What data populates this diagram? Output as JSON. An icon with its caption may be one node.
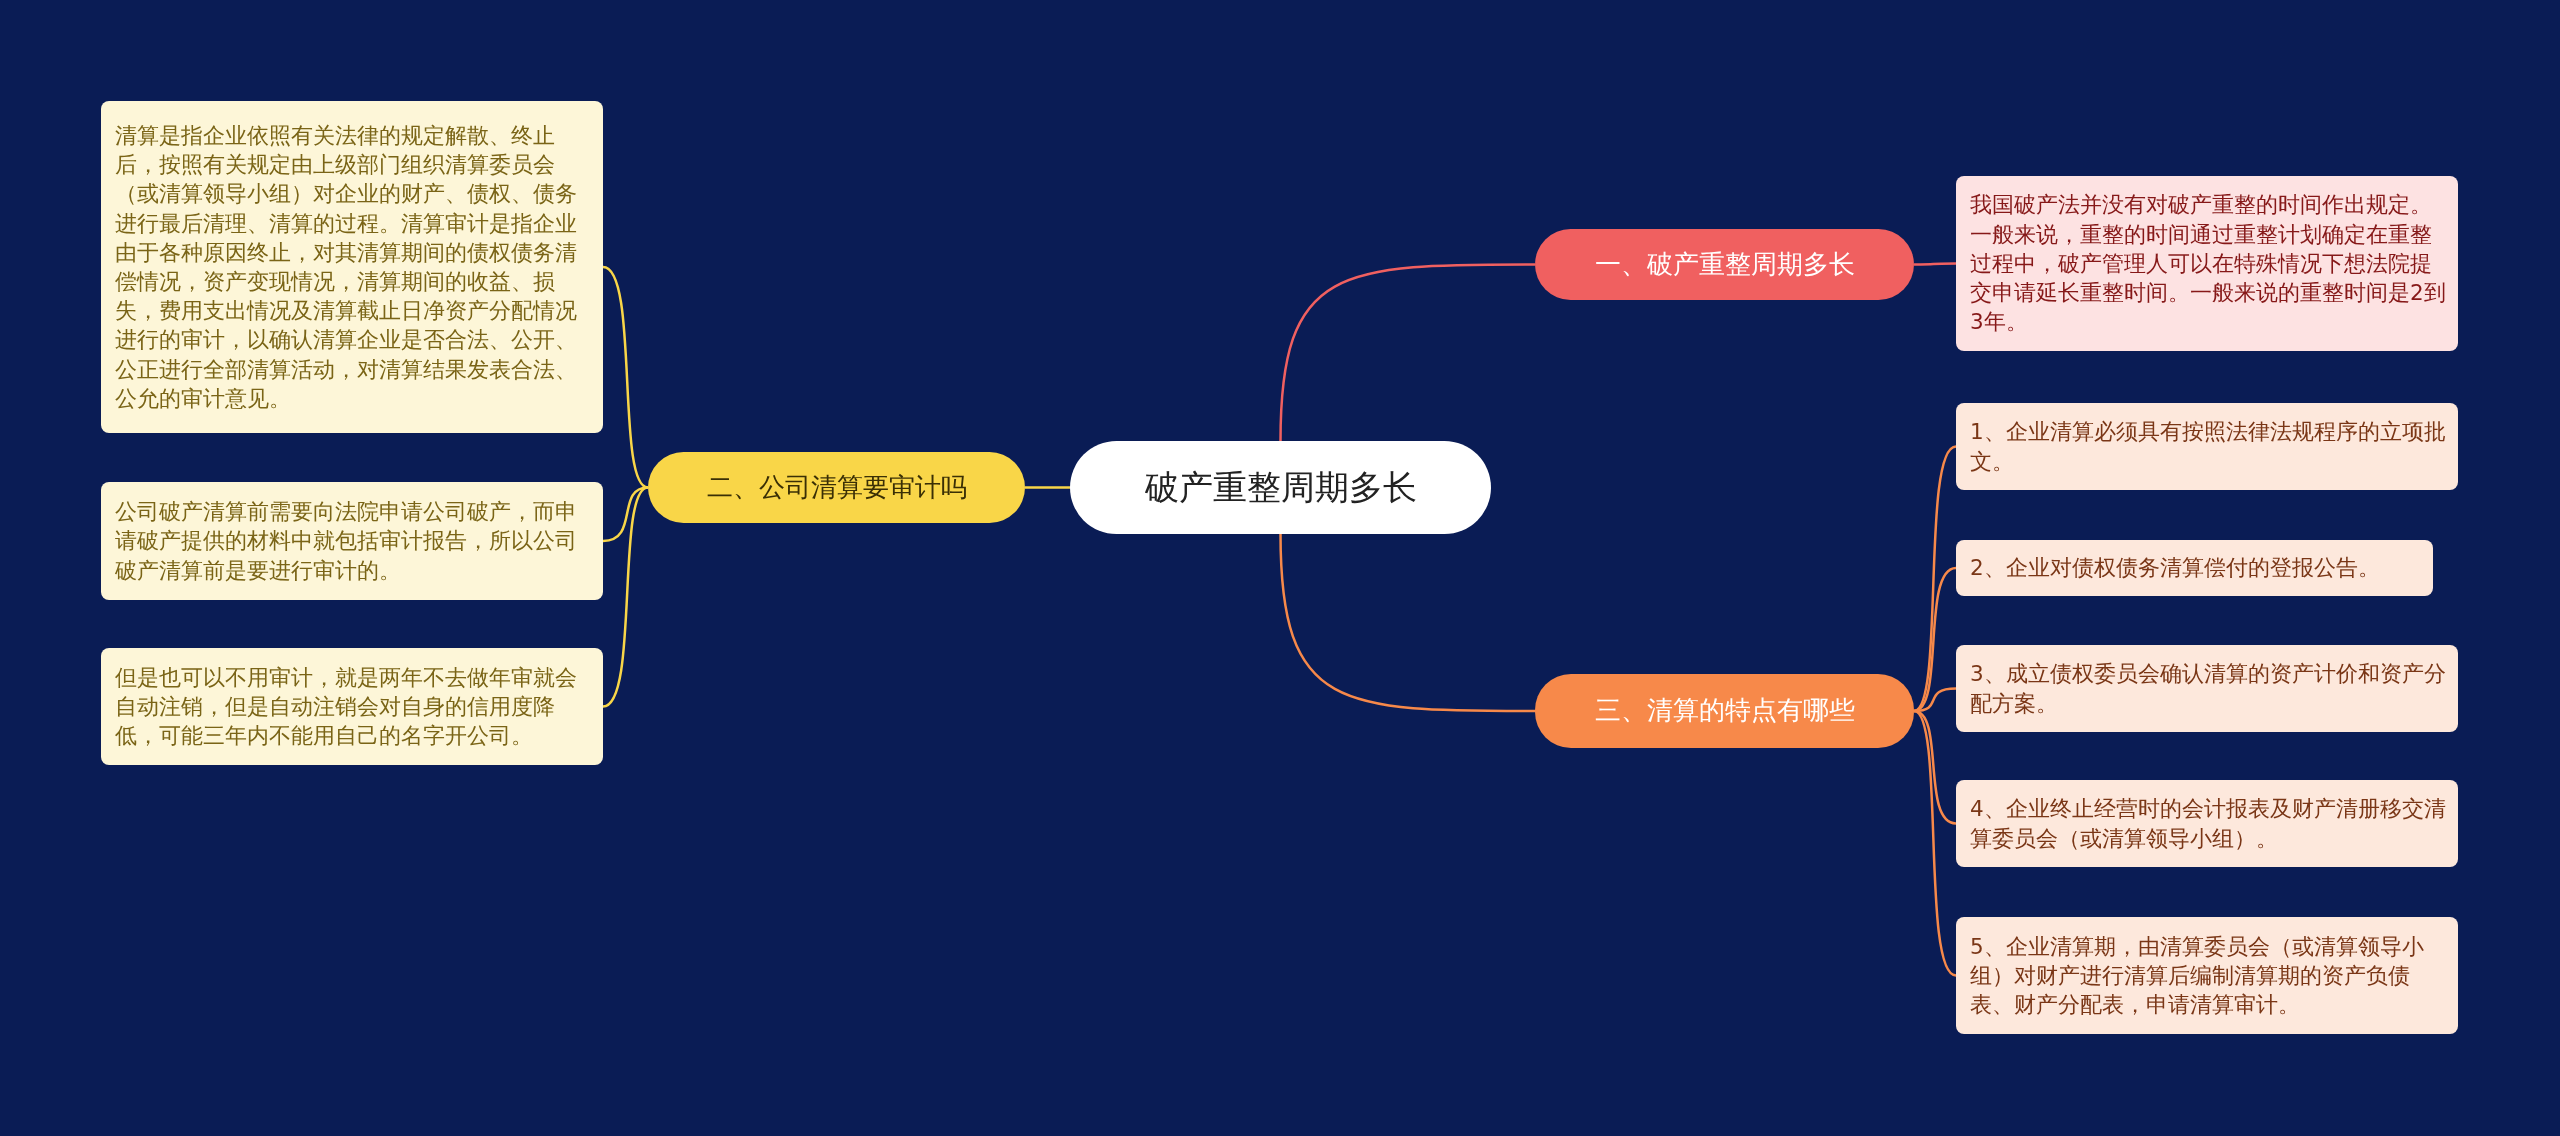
{
  "diagram": {
    "nodes": [
      {
        "text": [
          "破产重整周期多长"
        ]
      },
      {
        "text": [
          "一、破产重整周期多长"
        ]
      },
      {
        "text": [
          "我国破产法并没有对破产重整的时间作出规定。一般来说，重整的时间通过重整计划确定在重整过程中，破产管理人可以在特殊情况下想法院提交申请延长重整时间。一般来说的重整时间是2到3年。"
        ]
      },
      {
        "text": [
          "二、公司清算要审计吗"
        ]
      },
      {
        "text": [
          "清算是指企业依照有关法律的规定解散、终止后，按照有关规定由上级部门组织清算委员会（或清算领导小组）对企业的财产、债权、债务进行最后清理、清算的过程。清算审计是指企业由于各种原因终止，对其清算期间的债权债务清偿情况，资产变现情况，清算期间的收益、损失，费用支出情况及清算截止日净资产分配情况进行的审计，以确认清算企业是否合法、公开、公正进行全部清算活动，对清算结果发表合法、公允的审计意见。"
        ]
      },
      {
        "text": [
          "公司破产清算前需要向法院申请公司破产，而申请破产提供的材料中就包括审计报告，所以公司破产清算前是要进行审计的。"
        ]
      },
      {
        "text": [
          "但是也可以不用审计，就是两年不去做年审就会自动注销，但是自动注销会对自身的信用度降低，可能三年内不能用自己的名字开公司。"
        ]
      },
      {
        "text": [
          "三、清算的特点有哪些"
        ]
      },
      {
        "text": [
          "1、企业清算必须具有按照法律法规程序的立项批文。"
        ]
      },
      {
        "text": [
          "2、企业对债权债务清算偿付的登报公告。"
        ]
      },
      {
        "text": [
          "3、成立债权委员会确认清算的资产计价和资产分配方案。"
        ]
      },
      {
        "text": [
          "4、企业终止经营时的会计报表及财产清册移交清算委员会（或清算领导小组）。"
        ]
      },
      {
        "text": [
          "5、企业清算期，由清算委员会（或清算领导小组）对财产进行清算后编制清算期的资产负债表、财产分配表，申请清算审计。"
        ]
      }
    ],
    "edges": [
      {
        "from": 0,
        "to": 1,
        "arrow": "none",
        "color": "#f06060"
      },
      {
        "from": 1,
        "to": 2,
        "arrow": "none",
        "color": "#f06060"
      },
      {
        "from": 0,
        "to": 3,
        "arrow": "none",
        "color": "#f9d648"
      },
      {
        "from": 3,
        "to": 4,
        "arrow": "none",
        "color": "#f9d648"
      },
      {
        "from": 3,
        "to": 5,
        "arrow": "none",
        "color": "#f9d648"
      },
      {
        "from": 3,
        "to": 6,
        "arrow": "none",
        "color": "#f9d648"
      },
      {
        "from": 0,
        "to": 7,
        "arrow": "none"
      },
      {
        "from": 7,
        "to": 8,
        "arrow": "none"
      },
      {
        "from": 7,
        "to": 9,
        "arrow": "none"
      },
      {
        "from": 7,
        "to": 10,
        "arrow": "none"
      },
      {
        "from": 7,
        "to": 11,
        "arrow": "none"
      },
      {
        "from": 7,
        "to": 12,
        "arrow": "none"
      }
    ]
  }
}
